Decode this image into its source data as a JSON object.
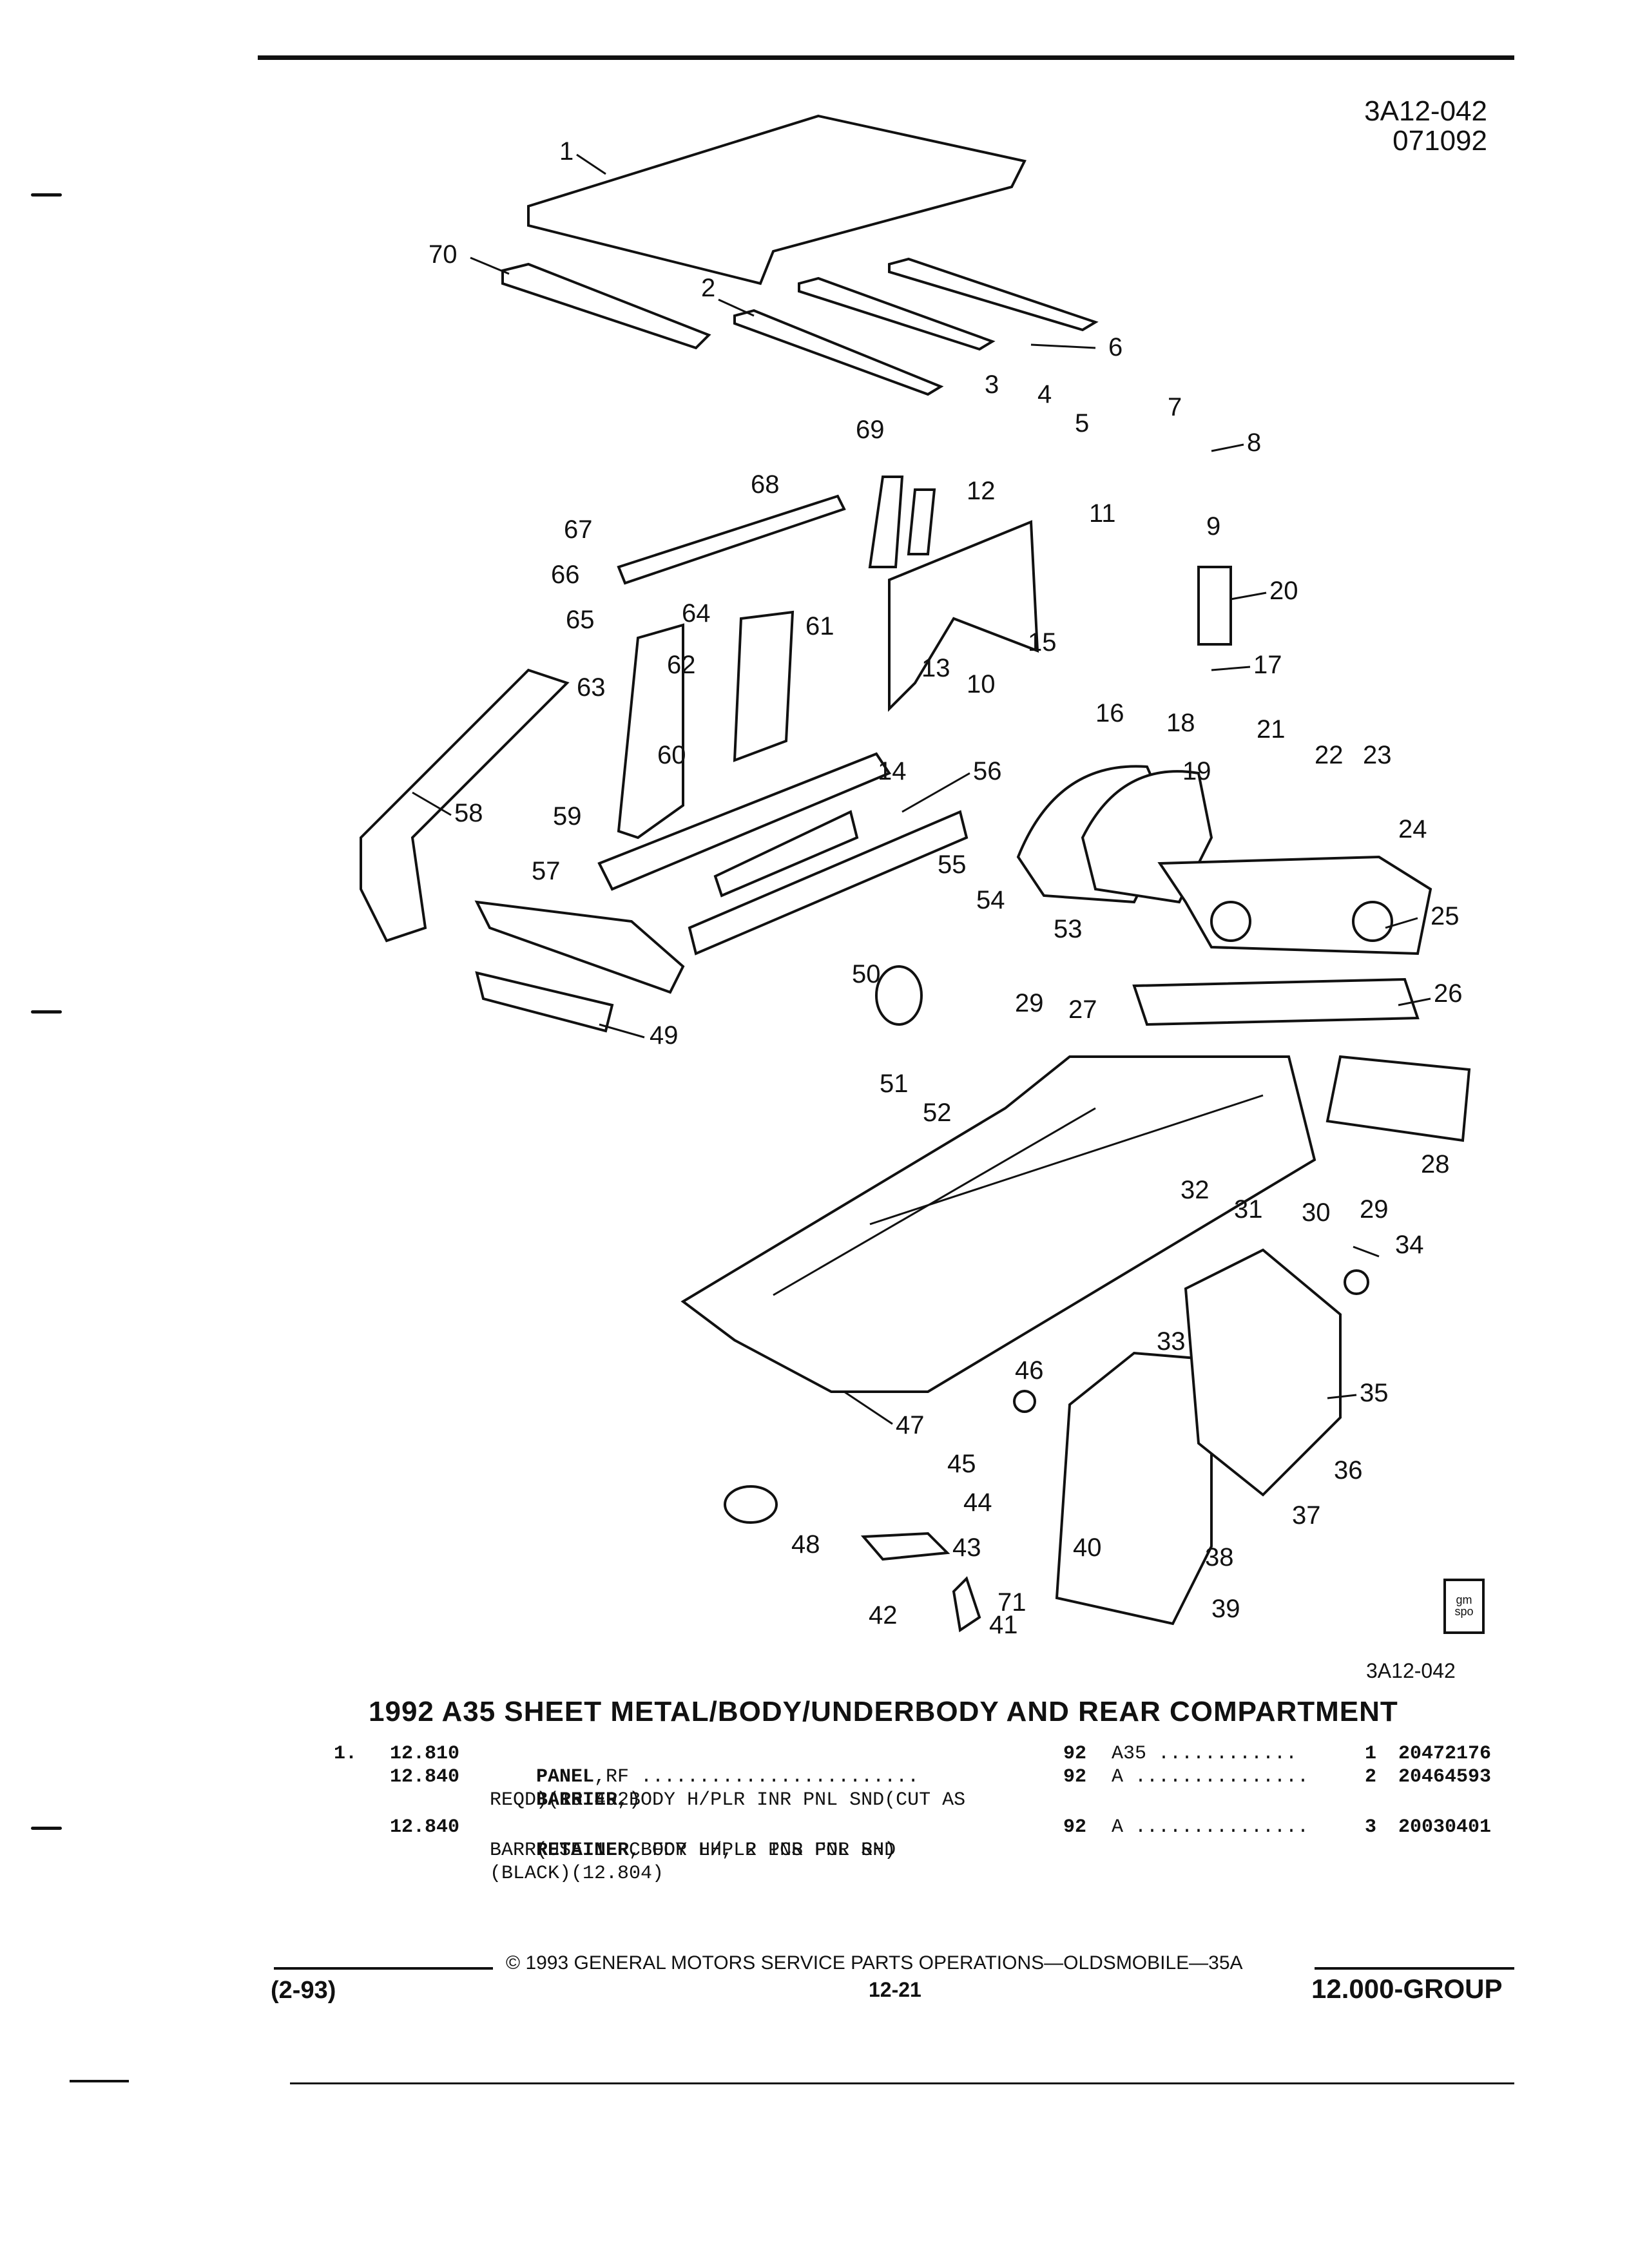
{
  "header": {
    "code": "3A12-042",
    "date": "071092"
  },
  "diagram": {
    "ref_code": "3A12-042",
    "callouts": [
      "1",
      "2",
      "3",
      "4",
      "5",
      "6",
      "7",
      "8",
      "9",
      "10",
      "11",
      "12",
      "13",
      "14",
      "15",
      "16",
      "17",
      "18",
      "19",
      "20",
      "21",
      "22",
      "23",
      "24",
      "25",
      "26",
      "27",
      "28",
      "29",
      "29",
      "30",
      "31",
      "32",
      "33",
      "34",
      "35",
      "36",
      "37",
      "38",
      "39",
      "40",
      "41",
      "42",
      "43",
      "44",
      "45",
      "46",
      "47",
      "48",
      "49",
      "50",
      "51",
      "52",
      "53",
      "54",
      "55",
      "56",
      "57",
      "58",
      "59",
      "60",
      "61",
      "62",
      "63",
      "64",
      "65",
      "66",
      "67",
      "68",
      "69",
      "70",
      "71"
    ],
    "logo_text": "gm spo"
  },
  "section_title": "1992 A35 SHEET METAL/BODY/UNDERBODY AND REAR COMPARTMENT",
  "parts": [
    {
      "item": "1.",
      "number": "12.810",
      "name": "PANEL",
      "desc_lines": [
        ",RF ........................"
      ],
      "year": "92",
      "series": "A35 ............",
      "qty": "1",
      "part_no": "20472176"
    },
    {
      "item": "",
      "number": "12.840",
      "name": "BARRIER",
      "desc_lines": [
        ",BODY H/PLR INR PNL SND(CUT AS",
        "REQD)(15.492)"
      ],
      "year": "92",
      "series": "A ...............",
      "qty": "2",
      "part_no": "20464593"
    },
    {
      "item": "",
      "number": "12.840",
      "name": "RETAINER",
      "desc_lines": [
        ",BODY H/PLR INR PNL SND",
        "BARR(USE 1 PC FOR LH, 2 PCS FOR RH)",
        "(BLACK)(12.804)"
      ],
      "year": "92",
      "series": "A ...............",
      "qty": "3",
      "part_no": "20030401"
    }
  ],
  "footer": {
    "copyright": "©  1993  GENERAL MOTORS SERVICE PARTS OPERATIONS—OLDSMOBILE—35A",
    "date_code": "(2-93)",
    "page": "12-21",
    "group": "12.000-GROUP"
  }
}
